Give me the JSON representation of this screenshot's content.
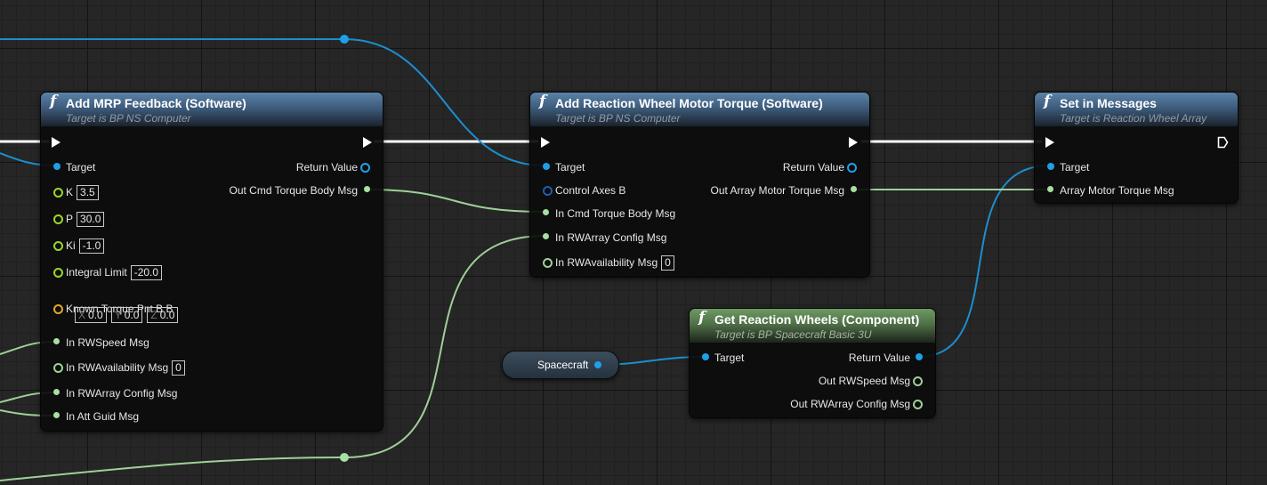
{
  "nodes": {
    "mrp": {
      "title": "Add MRP Feedback (Software)",
      "subtitle": "Target is BP NS Computer",
      "pins": {
        "target": "Target",
        "k": "K",
        "k_val": "3.5",
        "p": "P",
        "p_val": "30.0",
        "ki": "Ki",
        "ki_val": "-1.0",
        "integral_limit": "Integral Limit",
        "integral_limit_val": "-20.0",
        "known_torque": "Known Torque Pnt B B",
        "vec_x_label": "X",
        "vec_x": "0.0",
        "vec_y_label": "Y",
        "vec_y": "0.0",
        "vec_z_label": "Z",
        "vec_z": "0.0",
        "rw_speed": "In RWSpeed Msg",
        "rw_avail": "In RWAvailability Msg",
        "rw_avail_val": "0",
        "rw_array_cfg": "In RWArray Config Msg",
        "att_guid": "In Att Guid Msg",
        "return_value": "Return Value",
        "out_cmd_torque": "Out Cmd Torque Body Msg"
      }
    },
    "rwmt": {
      "title": "Add Reaction Wheel Motor Torque (Software)",
      "subtitle": "Target is BP NS Computer",
      "pins": {
        "target": "Target",
        "control_axes": "Control Axes B",
        "in_cmd_torque": "In Cmd Torque Body Msg",
        "in_rwarray_cfg": "In RWArray Config Msg",
        "in_rwavail": "In RWAvailability Msg",
        "in_rwavail_val": "0",
        "return_value": "Return Value",
        "out_array_motor": "Out Array Motor Torque Msg"
      }
    },
    "setmsg": {
      "title": "Set in Messages",
      "subtitle": "Target is Reaction Wheel Array",
      "pins": {
        "target": "Target",
        "array_motor": "Array Motor Torque Msg"
      }
    },
    "getrw": {
      "title": "Get Reaction Wheels (Component)",
      "subtitle": "Target is BP Spacecraft Basic 3U",
      "pins": {
        "target": "Target",
        "return_value": "Return Value",
        "out_rwspeed": "Out RWSpeed Msg",
        "out_rwarray_cfg": "Out RWArray Config Msg"
      }
    }
  },
  "variable": {
    "label": "Spacecraft"
  },
  "icons": {
    "function": "function-icon",
    "exec": "exec-pin-icon",
    "object_pin": "object-pin-icon",
    "struct_pin": "struct-pin-icon"
  },
  "colors": {
    "exec": "#ffffff",
    "object": "#1ea0e8",
    "struct": "#a8dfa2",
    "float": "#9ad62a",
    "vector": "#e3a726",
    "function_header": "#4a6c8f",
    "pure_header": "#5c8352"
  }
}
